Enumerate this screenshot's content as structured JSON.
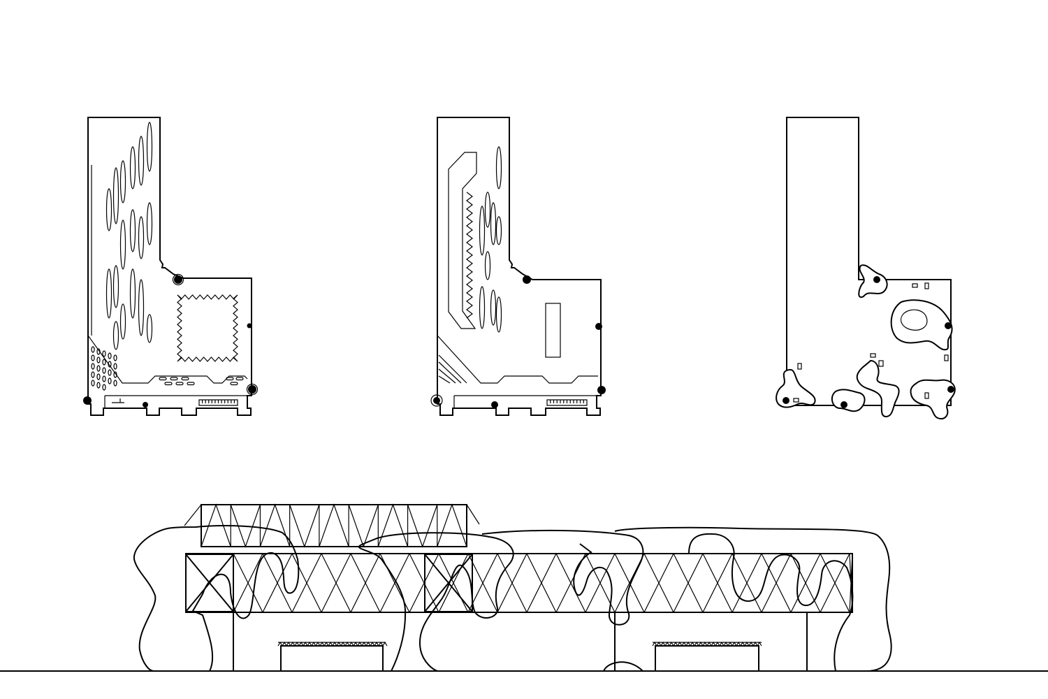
{
  "drawing": {
    "type": "architectural line drawing",
    "panels": [
      "plan-1",
      "plan-2",
      "plan-3",
      "elevation"
    ],
    "stroke_color": "#000000",
    "background_color": "#ffffff"
  }
}
